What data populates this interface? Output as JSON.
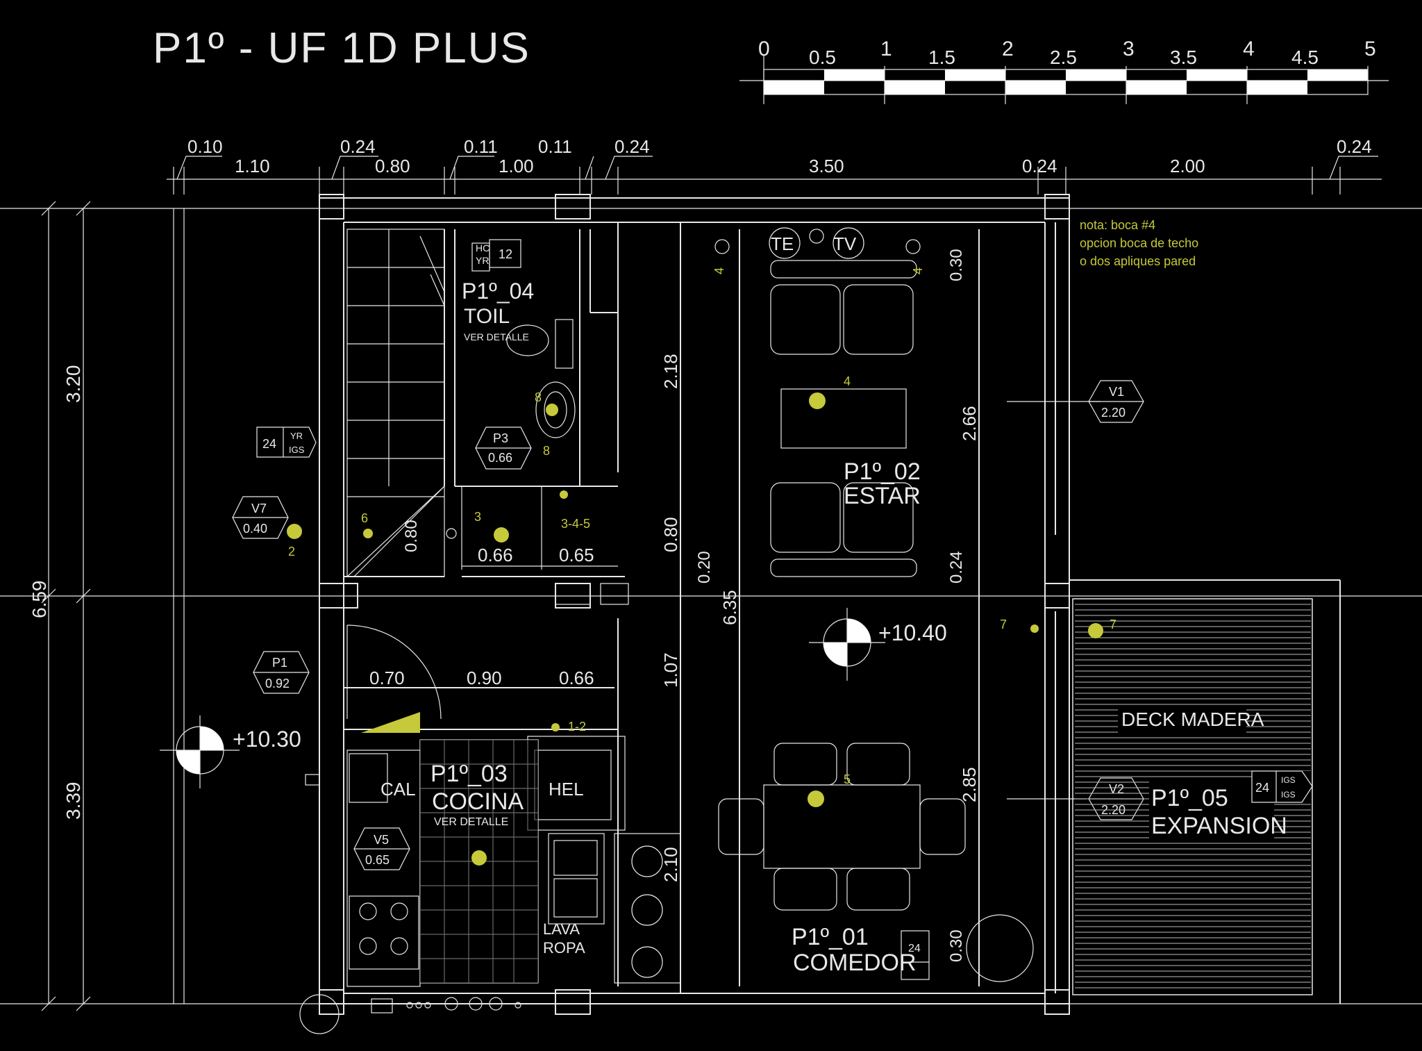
{
  "title": "P1º - UF 1D PLUS",
  "scale_labels": [
    "0",
    "0.5",
    "1",
    "1.5",
    "2",
    "2.5",
    "3",
    "3.5",
    "4",
    "4.5",
    "5"
  ],
  "top_dims_upper": [
    "0.10",
    "0.24",
    "0.11",
    "0.11",
    "0.24",
    "0.24"
  ],
  "top_dims_lower": [
    "1.10",
    "0.80",
    "1.00",
    "3.50",
    "2.00"
  ],
  "left_dims": [
    "3.20",
    "6.59",
    "3.39"
  ],
  "note": [
    "nota: boca #4",
    "opcion boca de techo",
    "o dos apliques pared"
  ],
  "rooms": {
    "toil": {
      "code": "P1º_04",
      "name": "TOIL",
      "detail": "VER DETALLE"
    },
    "estar": {
      "code": "P1º_02",
      "name": "ESTAR"
    },
    "cocina": {
      "code": "P1º_03",
      "name": "COCINA",
      "detail": "VER DETALLE"
    },
    "comedor": {
      "code": "P1º_01",
      "name": "COMEDOR"
    },
    "expansion": {
      "code": "P1º_05",
      "name": "EXPANSION"
    }
  },
  "deck": "DECK MADERA",
  "levels": [
    "+10.40",
    "+10.30"
  ],
  "tags": {
    "v1": [
      "V1",
      "2.20"
    ],
    "v2": [
      "V2",
      "2.20"
    ],
    "v5": [
      "V5",
      "0.65"
    ],
    "v7": [
      "V7",
      "0.40"
    ],
    "p1": [
      "P1",
      "0.92"
    ],
    "p3": [
      "P3",
      "0.66"
    ]
  },
  "inner_dims": [
    "2.18",
    "0.80",
    "0.20",
    "6.35",
    "1.07",
    "2.10",
    "0.30",
    "2.66",
    "0.24",
    "2.85",
    "0.30",
    "0.66",
    "0.65",
    "0.80",
    "0.70",
    "0.90",
    "0.66"
  ],
  "fixtures": {
    "hel": "HEL",
    "lava": "LAVA",
    "ropa": "ROPA",
    "cal": "CAL",
    "te": "TE",
    "tv": "TV"
  },
  "circuit_labels": [
    "4",
    "4",
    "4",
    "8",
    "8",
    "3",
    "6",
    "2",
    "3-4-5",
    "1-2",
    "5",
    "7",
    "7"
  ],
  "box_labels": {
    "b12": "12",
    "b24a": "24",
    "b24b": "24",
    "b24c": "24",
    "hc": "HC",
    "yr": "YR",
    "igs": "IGS"
  }
}
